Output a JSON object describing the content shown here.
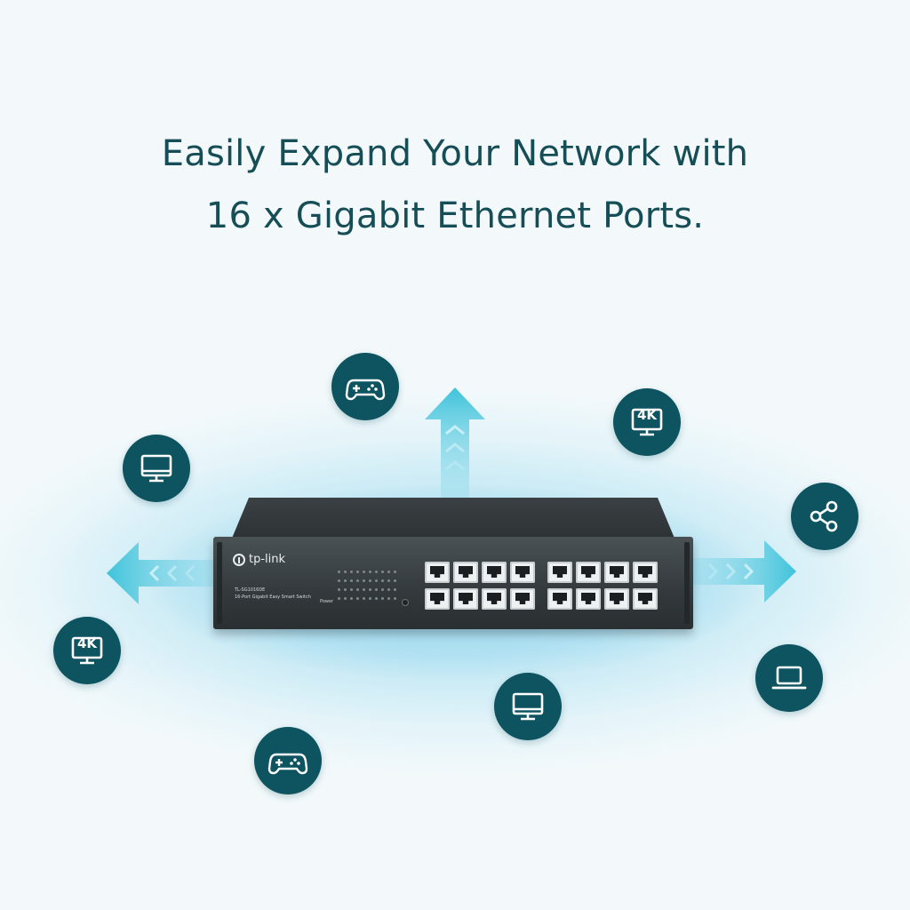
{
  "headline": {
    "line1": "Easily Expand Your Network with",
    "line2": "16 x Gigabit Ethernet Ports."
  },
  "device": {
    "brand": "tp-link",
    "model": "TL-SG1016DE",
    "description": "16-Port Gigabit Easy Smart Switch",
    "port_count": 16,
    "power_label": "Power"
  },
  "icons": {
    "badge_4k": "4K",
    "names": [
      "gamepad-icon",
      "monitor-icon",
      "4k-monitor-icon",
      "share-icon",
      "laptop-icon"
    ]
  },
  "colors": {
    "headline": "#164e57",
    "icon_circle": "#0d5360",
    "arrow": "#3fc3da",
    "background": "#f3f9fb"
  }
}
